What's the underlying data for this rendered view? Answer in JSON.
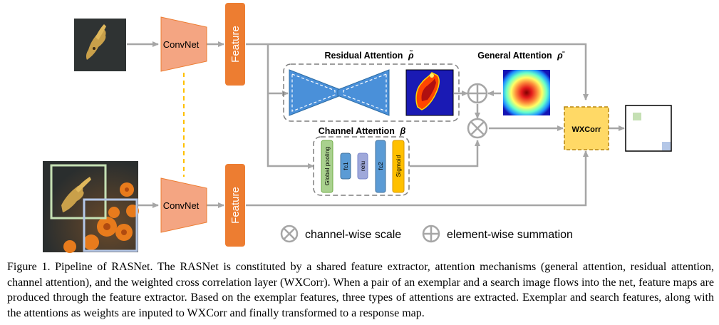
{
  "diagram": {
    "convnet_top": "ConvNet",
    "convnet_bottom": "ConvNet",
    "feature_top": "Feature",
    "feature_bottom": "Feature",
    "residual_attention": "Residual Attention",
    "residual_symbol": "ρ̃",
    "general_attention": "General Attention",
    "general_symbol": "ρ̄",
    "channel_attention": "Channel Attention",
    "channel_symbol": "β",
    "global_pooling": "Global pooling",
    "fc1": "fc1",
    "relu": "relu",
    "fc2": "fc2",
    "sigmoid": "Sigmoid",
    "wxcorr": "WXCorr",
    "legend_scale": "channel-wise scale",
    "legend_sum": "element-wise summation"
  },
  "colors": {
    "convnet": "#f4a582",
    "feature": "#ed7d31",
    "arrow": "#a6a6a6",
    "hourglass": "#4a90d9",
    "wxcorr": "#ffd966",
    "global_pooling": "#a9d18e",
    "fc": "#5b9bd5",
    "relu": "#9fa8da",
    "sigmoid": "#ffc000"
  },
  "caption": "Figure 1. Pipeline of RASNet. The RASNet is constituted by a shared feature extractor, attention mechanisms (general attention, residual attention, channel attention), and the weighted cross correlation layer (WXCorr). When a pair of an exemplar and a search image flows into the net, feature maps are produced through the feature extractor. Based on the exemplar features, three types of attentions are extracted. Exemplar and search features, along with the attentions as weights are inputed to WXCorr and finally transformed to a response map."
}
